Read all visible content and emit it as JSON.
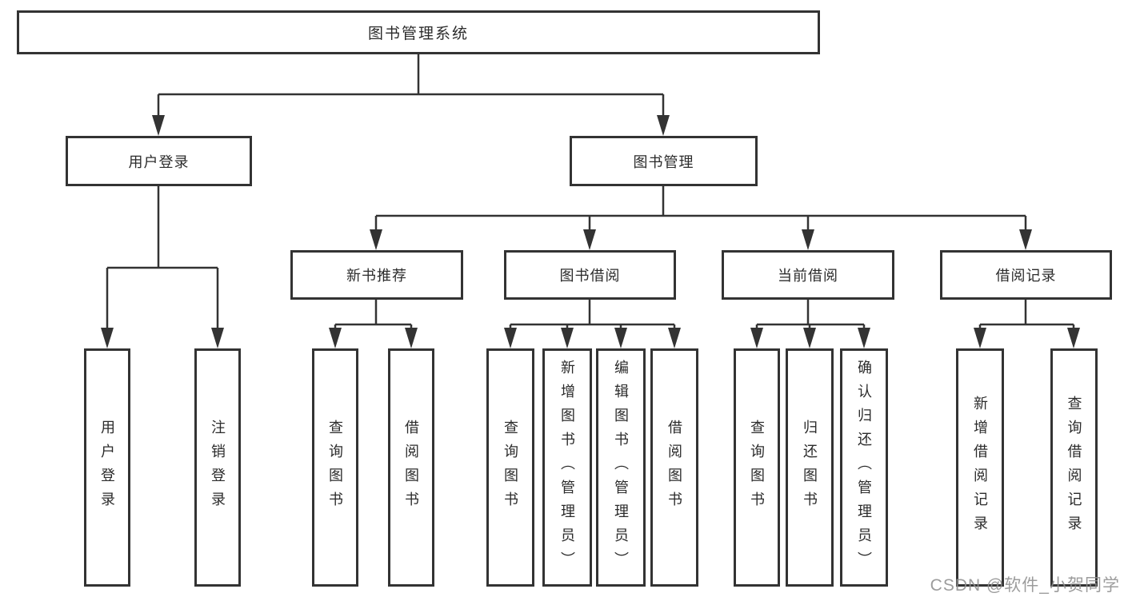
{
  "tree": {
    "root": {
      "label": "图书管理系统"
    },
    "level2": [
      {
        "label": "用户登录"
      },
      {
        "label": "图书管理"
      }
    ],
    "user_children": [
      {
        "label": "用户登录"
      },
      {
        "label": "注销登录"
      }
    ],
    "modules": [
      {
        "label": "新书推荐",
        "children": [
          {
            "label": "查询图书"
          },
          {
            "label": "借阅图书"
          }
        ]
      },
      {
        "label": "图书借阅",
        "children": [
          {
            "label": "查询图书"
          },
          {
            "label": "新增图书（管理员）"
          },
          {
            "label": "编辑图书（管理员）"
          },
          {
            "label": "借阅图书"
          }
        ]
      },
      {
        "label": "当前借阅",
        "children": [
          {
            "label": "查询图书"
          },
          {
            "label": "归还图书"
          },
          {
            "label": "确认归还（管理员）"
          }
        ]
      },
      {
        "label": "借阅记录",
        "children": [
          {
            "label": "新增借阅记录"
          },
          {
            "label": "查询借阅记录"
          }
        ]
      }
    ]
  },
  "watermark": {
    "text": "CSDN @软件_小贺同学"
  },
  "colors": {
    "line": "#333333",
    "box_border": "#333333",
    "box_background": "#ffffff",
    "text": "#2b2b2b",
    "watermark": "#8f8f8f"
  }
}
